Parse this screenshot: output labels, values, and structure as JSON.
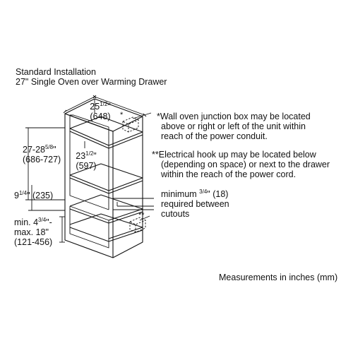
{
  "title": {
    "line1": "Standard Installation",
    "line2": "27\" Single Oven over Warming Drawer"
  },
  "dimensions": {
    "width": {
      "int": "25",
      "sup": "1/2",
      "close": "\"",
      "mm": "(648)"
    },
    "height_cutout": {
      "prefix": "27-28",
      "sup": "5/8",
      "close": "\"",
      "mm": "(686-727)"
    },
    "depth": {
      "int": "23",
      "sup": "1/2",
      "close": "\"",
      "mm": "(597)"
    },
    "drawer_gap": {
      "int": "9",
      "sup": "1/4",
      "close": "\" (235)"
    },
    "floor_to_drawer": {
      "line1_prefix": "min. 4",
      "line1_sup": "3/4",
      "line1_close": "\"-",
      "line2": "max. 18\"",
      "line3": "(121-456)"
    }
  },
  "notes": {
    "junction_box": {
      "mark": "*",
      "line1": "Wall oven junction box may be located",
      "line2": "above or right or left of the unit within",
      "line3": "reach of the power conduit."
    },
    "electrical": {
      "mark": "**",
      "line1": "Electrical hook up may be located below",
      "line2": "(depending on space) or next to the drawer",
      "line3": "within the reach of the power cord."
    },
    "minimum": {
      "line1_prefix": "minimum ",
      "line1_sup": "3/4",
      "line1_close": "\" (18)",
      "line2": "required between",
      "line3": "cutouts"
    }
  },
  "markers": {
    "single": "*",
    "double": "**"
  },
  "footer": "Measurements in inches (mm)",
  "colors": {
    "line": "#111111",
    "background": "#ffffff"
  }
}
